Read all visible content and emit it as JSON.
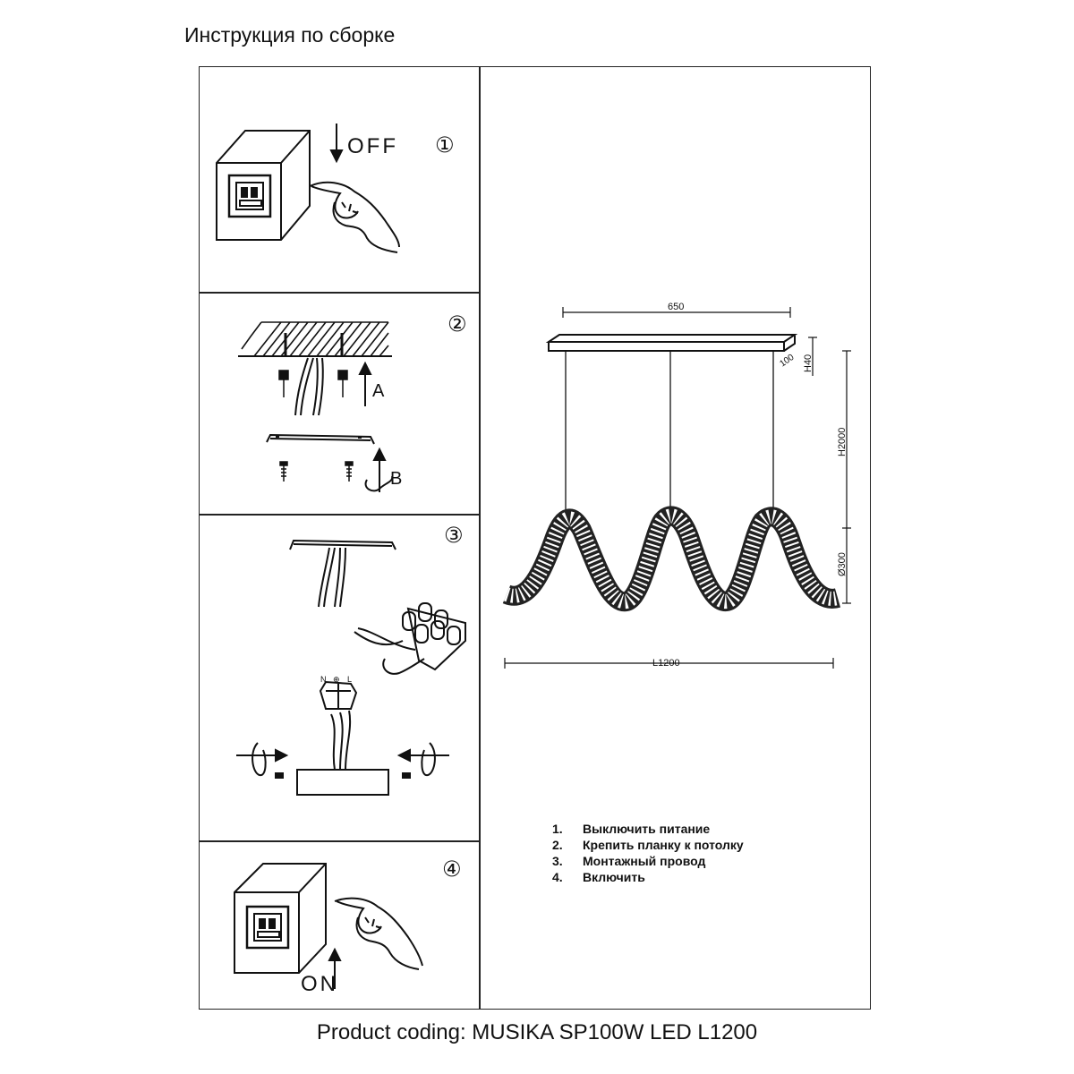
{
  "header": {
    "title": "Инструкция по сборке"
  },
  "panels": {
    "p1": {
      "number": "①",
      "action_text": "OFF"
    },
    "p2": {
      "number": "②",
      "label_a": "A",
      "label_b": "B"
    },
    "p3": {
      "number": "③",
      "terminal_labels": [
        "N",
        "⊕",
        "L"
      ]
    },
    "p4": {
      "number": "④",
      "action_text": "ON"
    }
  },
  "dimensions": {
    "plate_length": "650",
    "plate_height": "H40",
    "canopy": "100",
    "suspension": "H2000",
    "diameter": "Ø300",
    "total_length": "L1200"
  },
  "steps": [
    {
      "num": "1.",
      "text": "Выключить питание"
    },
    {
      "num": "2.",
      "text": "Крепить планку к потолку"
    },
    {
      "num": "3.",
      "text": "Монтажный провод"
    },
    {
      "num": "4.",
      "text": "Включить"
    }
  ],
  "footer": {
    "text": "Product coding: MUSIKA SP100W LED L1200"
  }
}
